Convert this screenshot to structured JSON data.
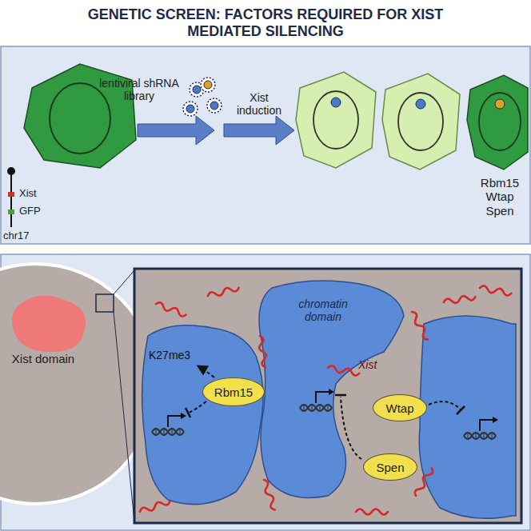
{
  "diagram": {
    "title": "GENETIC SCREEN: FACTORS REQUIRED FOR XIST MEDIATED SILENCING",
    "nodes": [
      {
        "text": [
          "Rbm15"
        ]
      },
      {
        "text": [
          "Wtap"
        ]
      },
      {
        "text": [
          "Spen"
        ]
      }
    ],
    "labels": [
      "lentiviral shRNA library",
      "Xist induction",
      "Rbm15 Wtap Spen",
      "Xist",
      "GFP",
      "chr17",
      "Xist domain",
      "K27me3",
      "chromatin domain",
      "Xist"
    ]
  }
}
